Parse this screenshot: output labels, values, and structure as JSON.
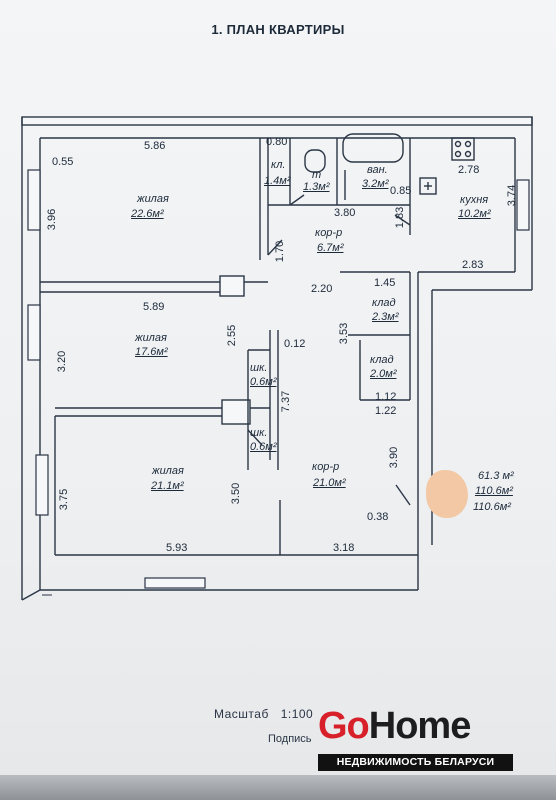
{
  "title": "1. ПЛАН КВАРТИРЫ",
  "colors": {
    "ink": "#1d2a3a",
    "logo_red": "#d8202a",
    "logo_bar": "#111111",
    "blot": "#f2c9a4"
  },
  "rooms": {
    "living1": {
      "name": "жилая",
      "area": "22.6м²"
    },
    "living2": {
      "name": "жилая",
      "area": "17.6м²"
    },
    "living3": {
      "name": "жилая",
      "area": "21.1м²"
    },
    "pantry_small": {
      "name": "кл.",
      "area": "1.4м²"
    },
    "toilet": {
      "name": "т",
      "area": "1.3м²"
    },
    "bath": {
      "name": "ван.",
      "area": "3.2м²"
    },
    "kitchen": {
      "name": "кухня",
      "area": "10.2м²"
    },
    "corridor1": {
      "name": "кор-р",
      "area": "6.7м²"
    },
    "corridor2": {
      "name": "кор-р",
      "area": "21.0м²"
    },
    "storage1": {
      "name": "клад",
      "area": "2.3м²"
    },
    "storage2": {
      "name": "клад",
      "area": "2.0м²"
    },
    "closet1": {
      "name": "шк.",
      "area": "0.6м²"
    },
    "closet2": {
      "name": "шк.",
      "area": "0.6м²"
    }
  },
  "dimensions": {
    "d_586": "5.86",
    "d_055": "0.55",
    "d_080": "0.80",
    "d_278": "2.78",
    "d_396": "3.96",
    "d_374": "3.74",
    "d_380": "3.80",
    "d_085": "0.85",
    "d_183": "1.83",
    "d_283": "2.83",
    "d_170": "1.70",
    "d_220": "2.20",
    "d_145": "1.45",
    "d_589": "5.89",
    "d_255": "2.55",
    "d_012": "0.12",
    "d_353": "3.53",
    "d_320": "3.20",
    "d_737": "7.37",
    "d_112": "1.12",
    "d_122": "1.22",
    "d_390": "3.90",
    "d_350": "3.50",
    "d_375": "3.75",
    "d_038": "0.38",
    "d_593": "5.93",
    "d_318": "3.18"
  },
  "totals": {
    "area1": "61.3 м²",
    "area2": "110.6м²",
    "area3": "110.6м²"
  },
  "footer": {
    "scale_label": "Масштаб",
    "scale_value": "1:100",
    "signature": "Подпись"
  },
  "logo": {
    "go": "Go",
    "home": "Home",
    "tagline": "НЕДВИЖИМОСТЬ БЕЛАРУСИ"
  }
}
